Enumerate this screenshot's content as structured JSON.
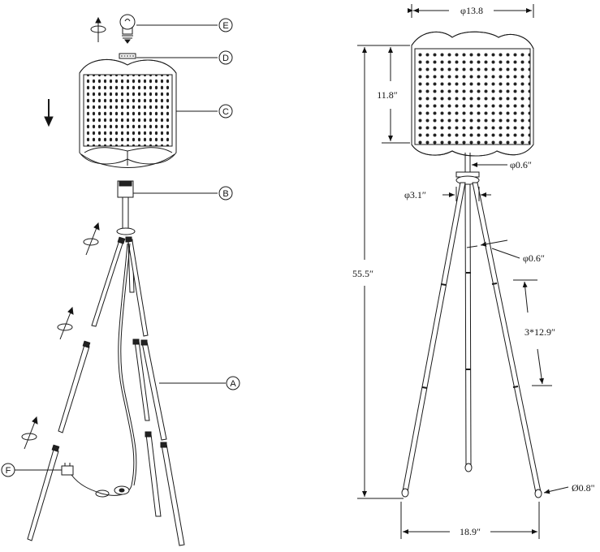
{
  "exploded_view": {
    "callouts": [
      {
        "id": "A",
        "label": "A"
      },
      {
        "id": "B",
        "label": "B"
      },
      {
        "id": "C",
        "label": "C"
      },
      {
        "id": "D",
        "label": "D"
      },
      {
        "id": "E",
        "label": "E"
      },
      {
        "id": "F",
        "label": "F"
      }
    ]
  },
  "dimension_view": {
    "shade_diameter": "φ13.8",
    "shade_height": "11.8″",
    "total_height": "55.5″",
    "stem_diameter": "φ0.6″",
    "hub_diameter": "φ3.1″",
    "leg_diameter": "φ0.6″",
    "segment_length": "3*12.9″",
    "foot_diameter": "Ø0.8\"",
    "base_span": "18.9″"
  },
  "colors": {
    "line": "#1a1a1a",
    "background": "#ffffff"
  }
}
